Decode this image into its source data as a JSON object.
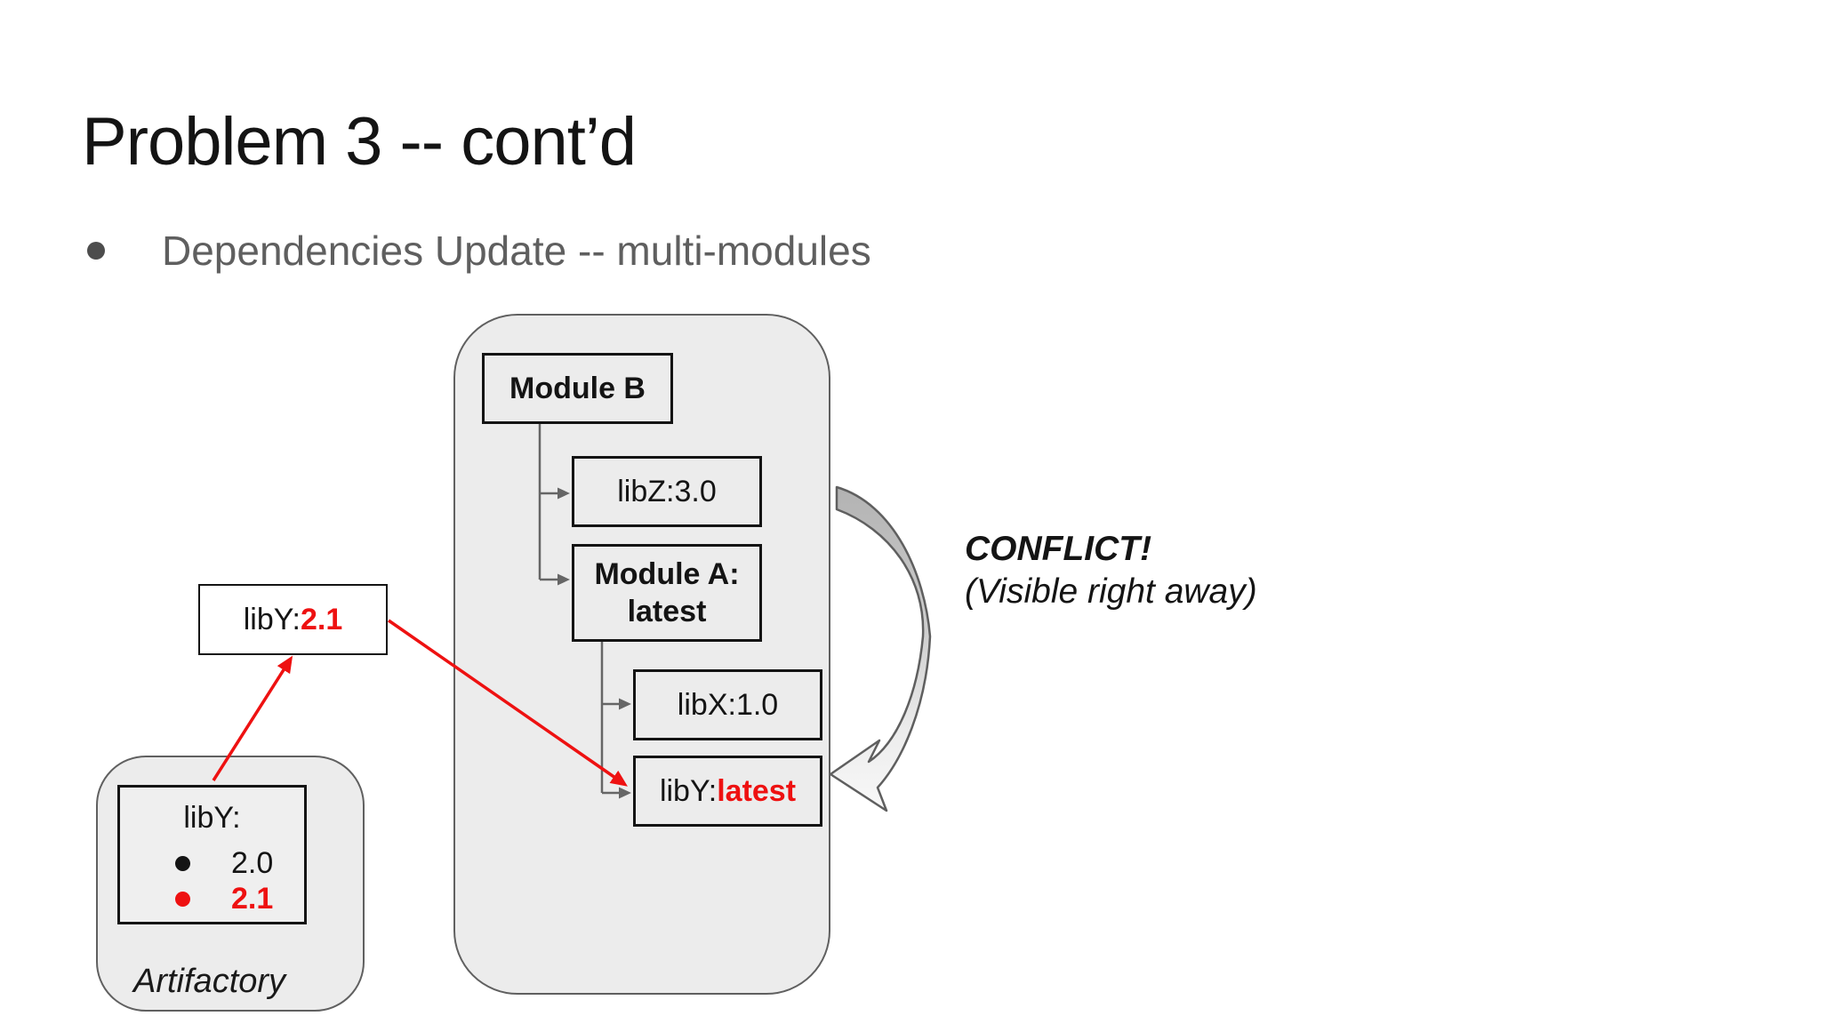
{
  "slide": {
    "title": "Problem 3 -- cont’d",
    "bullet_text": "Dependencies Update -- multi-modules"
  },
  "diagram": {
    "module_container": {
      "module_b_label": "Module B",
      "libz_label": "libZ:3.0",
      "module_a_line1": "Module A:",
      "module_a_line2": "latest",
      "libx_label": "libX:1.0",
      "liby_latest_prefix": "libY:",
      "liby_latest_version": "latest"
    },
    "liby_resolved_box": {
      "prefix": "libY:",
      "version": "2.1"
    },
    "artifactory": {
      "package_label": "libY:",
      "versions": [
        {
          "value": "2.0",
          "highlighted": false
        },
        {
          "value": "2.1",
          "highlighted": true
        }
      ],
      "caption": "Artifactory"
    },
    "conflict_note": {
      "line1": "CONFLICT!",
      "line2": "(Visible right away)"
    },
    "icons": {
      "conflict_arrow": "curved-block-arrow",
      "bullet": "filled-circle"
    },
    "colors": {
      "highlight_red": "#ee1111",
      "container_fill": "#ececec",
      "container_border": "#606060",
      "box_border": "#141414",
      "connector_gray": "#666666",
      "bullet_gray": "#5f5f5f"
    }
  }
}
